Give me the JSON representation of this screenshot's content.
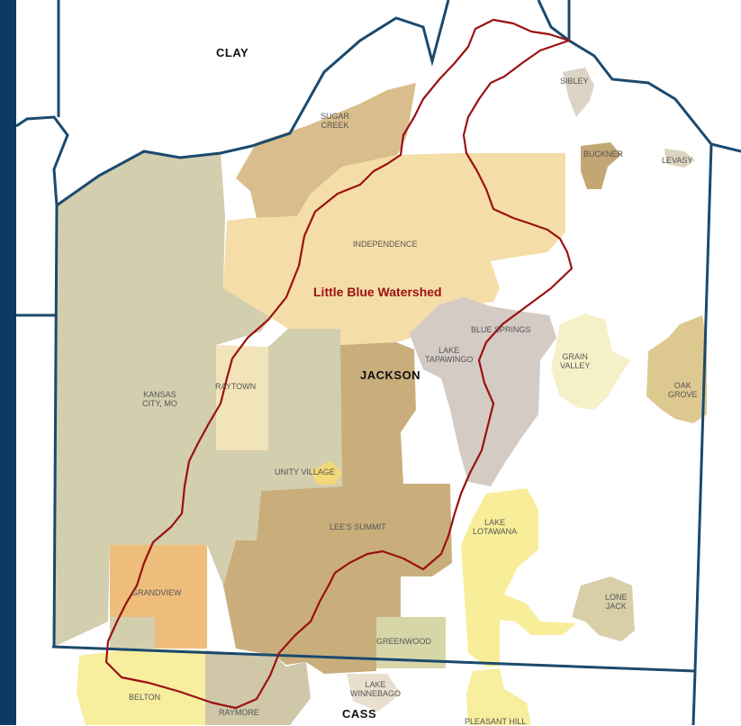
{
  "map": {
    "watershed_label": "Little Blue Watershed",
    "counties": [
      "CLAY",
      "JACKSON",
      "CASS"
    ],
    "cities": {
      "sugar_creek": "SUGAR\nCREEK",
      "sibley": "SIBLEY",
      "buckner": "BUCKNER",
      "levasy": "LEVASY",
      "independence": "INDEPENDENCE",
      "blue_springs": "BLUE SPRINGS",
      "lake_tapawingo": "LAKE\nTAPAWINGO",
      "grain_valley": "GRAIN\nVALLEY",
      "oak_grove": "OAK\nGROVE",
      "kansas_city": "KANSAS\nCITY, MO",
      "raytown": "RAYTOWN",
      "unity_village": "UNITY VILLAGE",
      "lees_summit": "LEE'S SUMMIT",
      "lake_lotawana": "LAKE\nLOTAWANA",
      "grandview": "GRANDVIEW",
      "lone_jack": "LONE\nJACK",
      "greenwood": "GREENWOOD",
      "belton": "BELTON",
      "raymore": "RAYMORE",
      "lake_winnebago": "LAKE\nWINNEBAGO",
      "pleasant_hill": "PLEASANT HILL"
    },
    "colors": {
      "frame": "#0d3a63",
      "county_border": "#1b4a6e",
      "watershed_outline": "#9b1111",
      "kansas_city": "#d3ceae",
      "independence": "#f5dda8",
      "lees_summit": "#c9ae7c",
      "blue_springs": "#d4cbc5",
      "sugar_creek": "#d9bd8c",
      "grain_valley": "#f6f0c8",
      "oak_grove": "#ddc890",
      "raytown": "#f2e4ba",
      "grandview": "#eebd7c",
      "lake_lotawana": "#f8ee9a",
      "lone_jack": "#d8cfa8",
      "greenwood": "#d7d6a8",
      "belton": "#f7ee9e",
      "raymore": "#cfc7a8",
      "unity_village": "#f1d878",
      "buckner": "#c2a674",
      "sibley": "#dbd3c4",
      "levasy": "#ddd3c0"
    }
  }
}
